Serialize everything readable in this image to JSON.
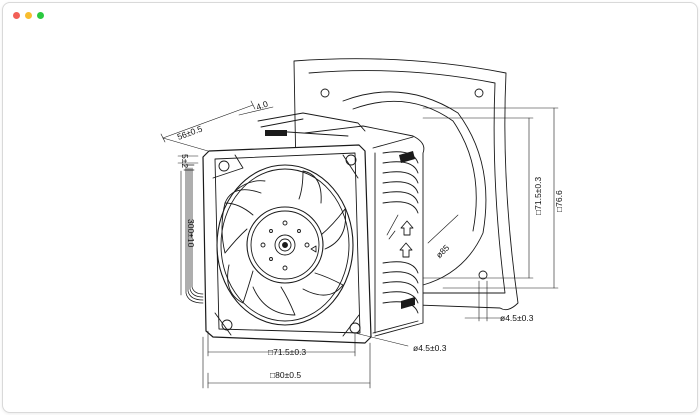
{
  "window": {
    "controls": [
      {
        "name": "close",
        "color": "#f25f57"
      },
      {
        "name": "minimize",
        "color": "#f8bd2e"
      },
      {
        "name": "zoom",
        "color": "#2ac940"
      }
    ]
  },
  "drawing": {
    "line_color": "#1a1a1a",
    "dimensions": {
      "depth": "56±0.5",
      "flange": "4.0",
      "cable_strip": "5±2",
      "cable_length": "300±10",
      "hole_spacing_front": "□71.5±0.3",
      "frame_size_front": "□80±0.5",
      "hole_dia_front": "ø4.5±0.3",
      "hole_spacing_side": "□71.5±0.3",
      "body_side": "□76.6",
      "hole_dia_rear": "ø4.5±0.3",
      "rear_diameter": "ø85"
    }
  }
}
